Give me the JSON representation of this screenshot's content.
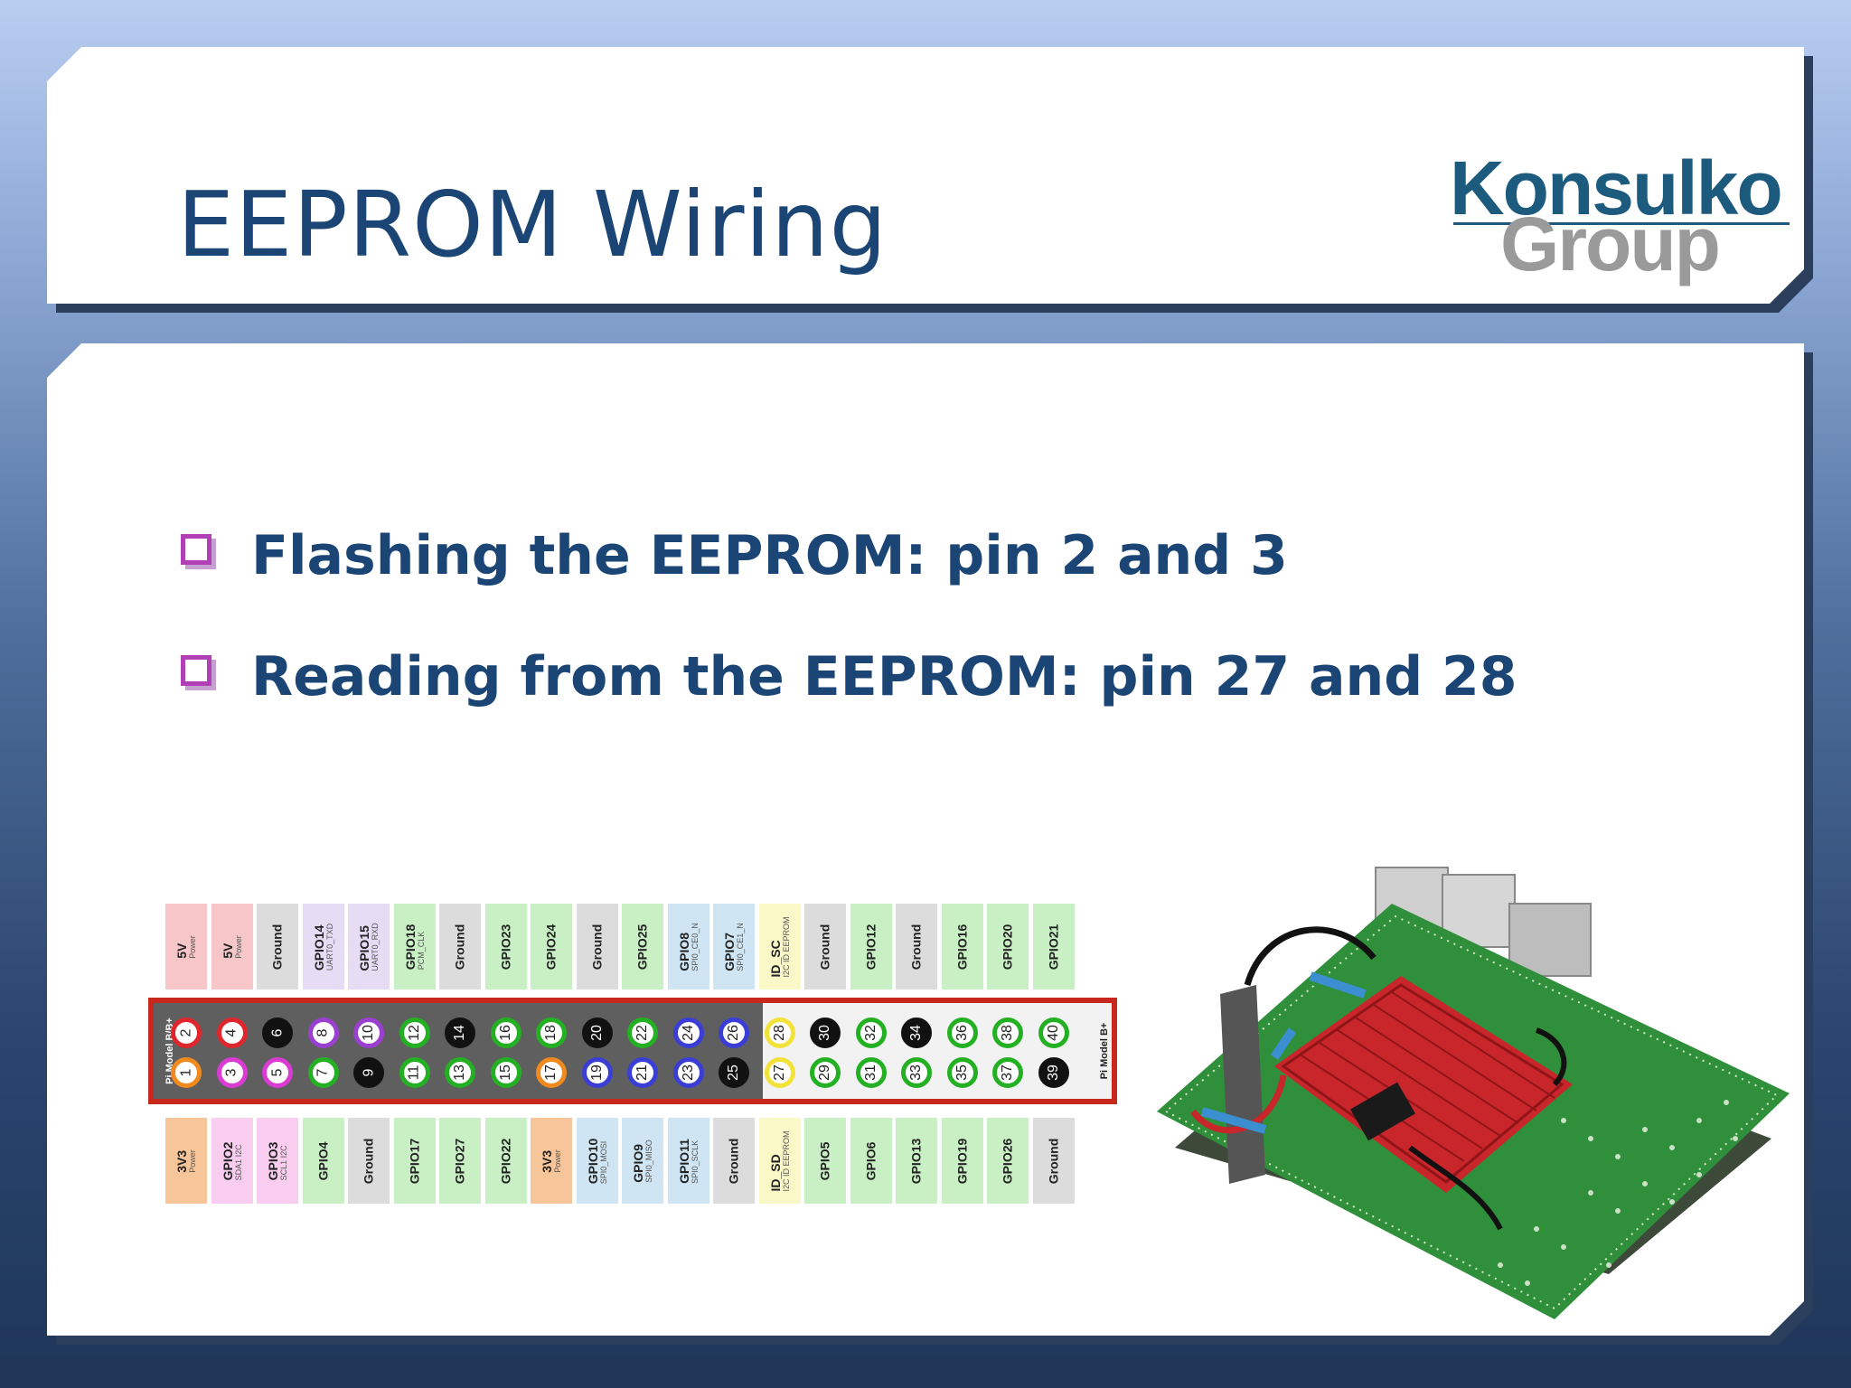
{
  "slide": {
    "title": "EEPROM Wiring",
    "logo": {
      "line1": "Konsulko",
      "line2": "Group"
    },
    "bullets": [
      "Flashing the EEPROM: pin 2 and 3",
      "Reading from the EEPROM: pin 27 and 28"
    ]
  },
  "pinout": {
    "board_label_left": "Pi Model B/B+",
    "board_label_right": "Pi Model B+",
    "top_row": [
      {
        "pin": "2",
        "name": "5V",
        "sub": "Power",
        "type": "power5"
      },
      {
        "pin": "4",
        "name": "5V",
        "sub": "Power",
        "type": "power5"
      },
      {
        "pin": "6",
        "name": "Ground",
        "sub": "",
        "type": "ground"
      },
      {
        "pin": "8",
        "name": "GPIO14",
        "sub": "UART0_TXD",
        "type": "uart"
      },
      {
        "pin": "10",
        "name": "GPIO15",
        "sub": "UART0_RXD",
        "type": "uart"
      },
      {
        "pin": "12",
        "name": "GPIO18",
        "sub": "PCM_CLK",
        "type": "gpio"
      },
      {
        "pin": "14",
        "name": "Ground",
        "sub": "",
        "type": "ground"
      },
      {
        "pin": "16",
        "name": "GPIO23",
        "sub": "",
        "type": "gpio"
      },
      {
        "pin": "18",
        "name": "GPIO24",
        "sub": "",
        "type": "gpio"
      },
      {
        "pin": "20",
        "name": "Ground",
        "sub": "",
        "type": "ground"
      },
      {
        "pin": "22",
        "name": "GPIO25",
        "sub": "",
        "type": "gpio"
      },
      {
        "pin": "24",
        "name": "GPIO8",
        "sub": "SPI0_CE0_N",
        "type": "spi"
      },
      {
        "pin": "26",
        "name": "GPIO7",
        "sub": "SPI0_CE1_N",
        "type": "spi"
      },
      {
        "pin": "28",
        "name": "ID_SC",
        "sub": "I2C ID EEPROM",
        "type": "eeprom"
      },
      {
        "pin": "30",
        "name": "Ground",
        "sub": "",
        "type": "ground"
      },
      {
        "pin": "32",
        "name": "GPIO12",
        "sub": "",
        "type": "gpio"
      },
      {
        "pin": "34",
        "name": "Ground",
        "sub": "",
        "type": "ground"
      },
      {
        "pin": "36",
        "name": "GPIO16",
        "sub": "",
        "type": "gpio"
      },
      {
        "pin": "38",
        "name": "GPIO20",
        "sub": "",
        "type": "gpio"
      },
      {
        "pin": "40",
        "name": "GPIO21",
        "sub": "",
        "type": "gpio"
      }
    ],
    "bottom_row": [
      {
        "pin": "1",
        "name": "3V3",
        "sub": "Power",
        "type": "power3"
      },
      {
        "pin": "3",
        "name": "GPIO2",
        "sub": "SDA1 I2C",
        "type": "i2c"
      },
      {
        "pin": "5",
        "name": "GPIO3",
        "sub": "SCL1 I2C",
        "type": "i2c"
      },
      {
        "pin": "7",
        "name": "GPIO4",
        "sub": "",
        "type": "gpio"
      },
      {
        "pin": "9",
        "name": "Ground",
        "sub": "",
        "type": "ground"
      },
      {
        "pin": "11",
        "name": "GPIO17",
        "sub": "",
        "type": "gpio"
      },
      {
        "pin": "13",
        "name": "GPIO27",
        "sub": "",
        "type": "gpio"
      },
      {
        "pin": "15",
        "name": "GPIO22",
        "sub": "",
        "type": "gpio"
      },
      {
        "pin": "17",
        "name": "3V3",
        "sub": "Power",
        "type": "power3"
      },
      {
        "pin": "19",
        "name": "GPIO10",
        "sub": "SPI0_MOSI",
        "type": "spi"
      },
      {
        "pin": "21",
        "name": "GPIO9",
        "sub": "SPI0_MISO",
        "type": "spi"
      },
      {
        "pin": "23",
        "name": "GPIO11",
        "sub": "SPI0_SCLK",
        "type": "spi"
      },
      {
        "pin": "25",
        "name": "Ground",
        "sub": "",
        "type": "ground"
      },
      {
        "pin": "27",
        "name": "ID_SD",
        "sub": "I2C ID EEPROM",
        "type": "eeprom"
      },
      {
        "pin": "29",
        "name": "GPIO5",
        "sub": "",
        "type": "gpio"
      },
      {
        "pin": "31",
        "name": "GPIO6",
        "sub": "",
        "type": "gpio"
      },
      {
        "pin": "33",
        "name": "GPIO13",
        "sub": "",
        "type": "gpio"
      },
      {
        "pin": "35",
        "name": "GPIO19",
        "sub": "",
        "type": "gpio"
      },
      {
        "pin": "37",
        "name": "GPIO26",
        "sub": "",
        "type": "gpio"
      },
      {
        "pin": "39",
        "name": "Ground",
        "sub": "",
        "type": "ground"
      }
    ],
    "type_colors": {
      "power5": {
        "label_bg": "#f6c6c8",
        "ring": "#e0262c",
        "fill": "#ffffff"
      },
      "power3": {
        "label_bg": "#f7c59a",
        "ring": "#f08a1e",
        "fill": "#ffffff"
      },
      "ground": {
        "label_bg": "#dcdcdc",
        "ring": "#111111",
        "fill": "#111111"
      },
      "uart": {
        "label_bg": "#e6ddf4",
        "ring": "#9b3fd1",
        "fill": "#ffffff"
      },
      "gpio": {
        "label_bg": "#c8f0c4",
        "ring": "#23b123",
        "fill": "#ffffff"
      },
      "i2c": {
        "label_bg": "#f9cdf0",
        "ring": "#d93bd3",
        "fill": "#ffffff"
      },
      "spi": {
        "label_bg": "#cfe5f3",
        "ring": "#3a3ed6",
        "fill": "#ffffff"
      },
      "eeprom": {
        "label_bg": "#fbf8c8",
        "ring": "#f2e23a",
        "fill": "#ffffff"
      }
    },
    "header_color": "#c8281c"
  },
  "colors": {
    "title": "#1b4574",
    "bullet_text": "#1b4574",
    "bullet_box": "#b13fb5"
  }
}
